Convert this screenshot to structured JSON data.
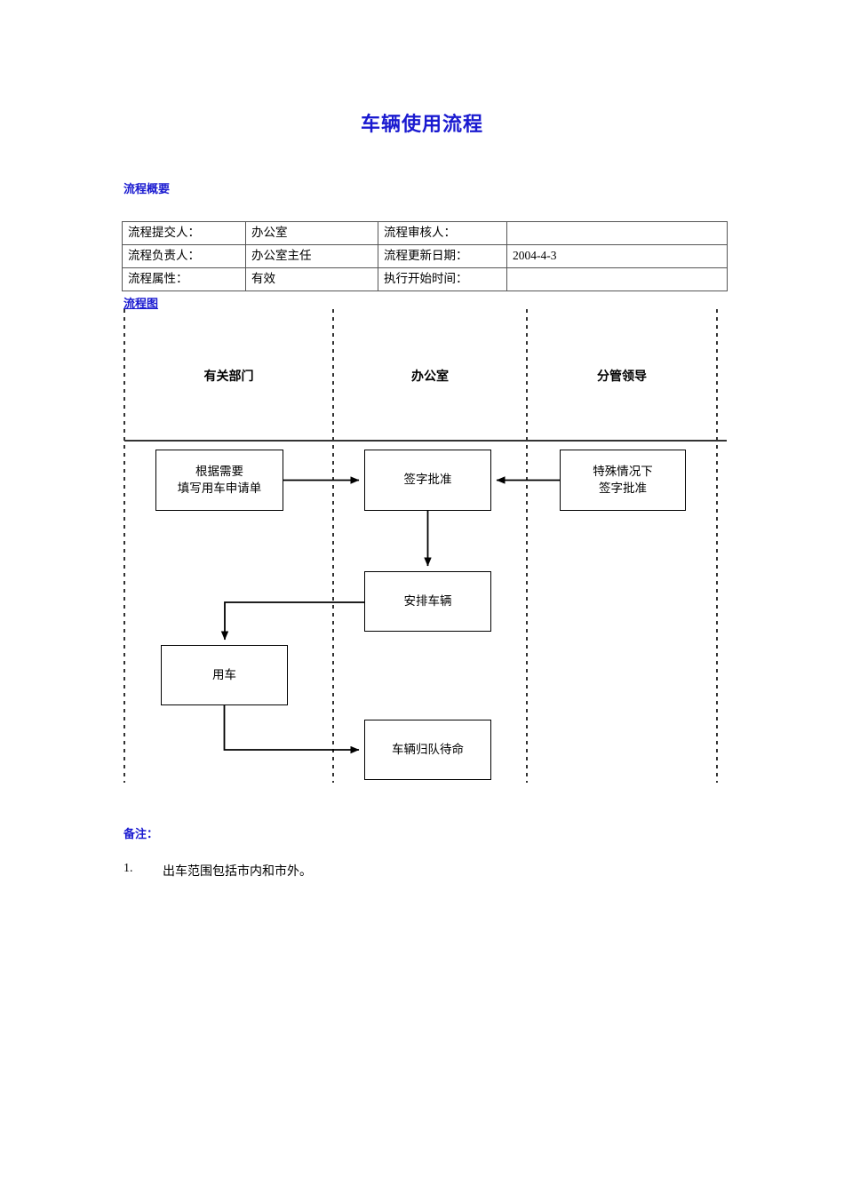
{
  "document": {
    "title": "车辆使用流程"
  },
  "sections": {
    "overview_heading": "流程概要",
    "flowchart_heading": "流程图",
    "notes_heading": "备注："
  },
  "info_table": {
    "rows": [
      {
        "label1": "流程提交人：",
        "value1": "办公室",
        "label2": "流程审核人：",
        "value2": ""
      },
      {
        "label1": "流程负责人：",
        "value1": "办公室主任",
        "label2": "流程更新日期：",
        "value2": "2004-4-3"
      },
      {
        "label1": "流程属性：",
        "value1": "有效",
        "label2": "执行开始时间：",
        "value2": ""
      }
    ]
  },
  "flowchart": {
    "lanes": [
      {
        "label": "有关部门"
      },
      {
        "label": "办公室"
      },
      {
        "label": "分管领导"
      }
    ],
    "boxes": [
      {
        "id": "apply",
        "label": "根据需要\n填写用车申请单",
        "lane": "有关部门"
      },
      {
        "id": "approve",
        "label": "签字批准",
        "lane": "办公室"
      },
      {
        "id": "special",
        "label": "特殊情况下\n签字批准",
        "lane": "分管领导"
      },
      {
        "id": "arrange",
        "label": "安排车辆",
        "lane": "办公室"
      },
      {
        "id": "use",
        "label": "用车",
        "lane": "有关部门"
      },
      {
        "id": "return",
        "label": "车辆归队待命",
        "lane": "办公室"
      }
    ],
    "connectors": [
      {
        "from": "apply",
        "to": "approve"
      },
      {
        "from": "special",
        "to": "approve"
      },
      {
        "from": "approve",
        "to": "arrange"
      },
      {
        "from": "arrange",
        "to": "use"
      },
      {
        "from": "use",
        "to": "return"
      }
    ]
  },
  "notes": {
    "items": [
      {
        "number": "1.",
        "text": "出车范围包括市内和市外。"
      }
    ]
  },
  "colors": {
    "heading_blue": "#1a1ad0",
    "line_black": "#000000",
    "table_border": "#555555",
    "page_background": "#ffffff"
  }
}
